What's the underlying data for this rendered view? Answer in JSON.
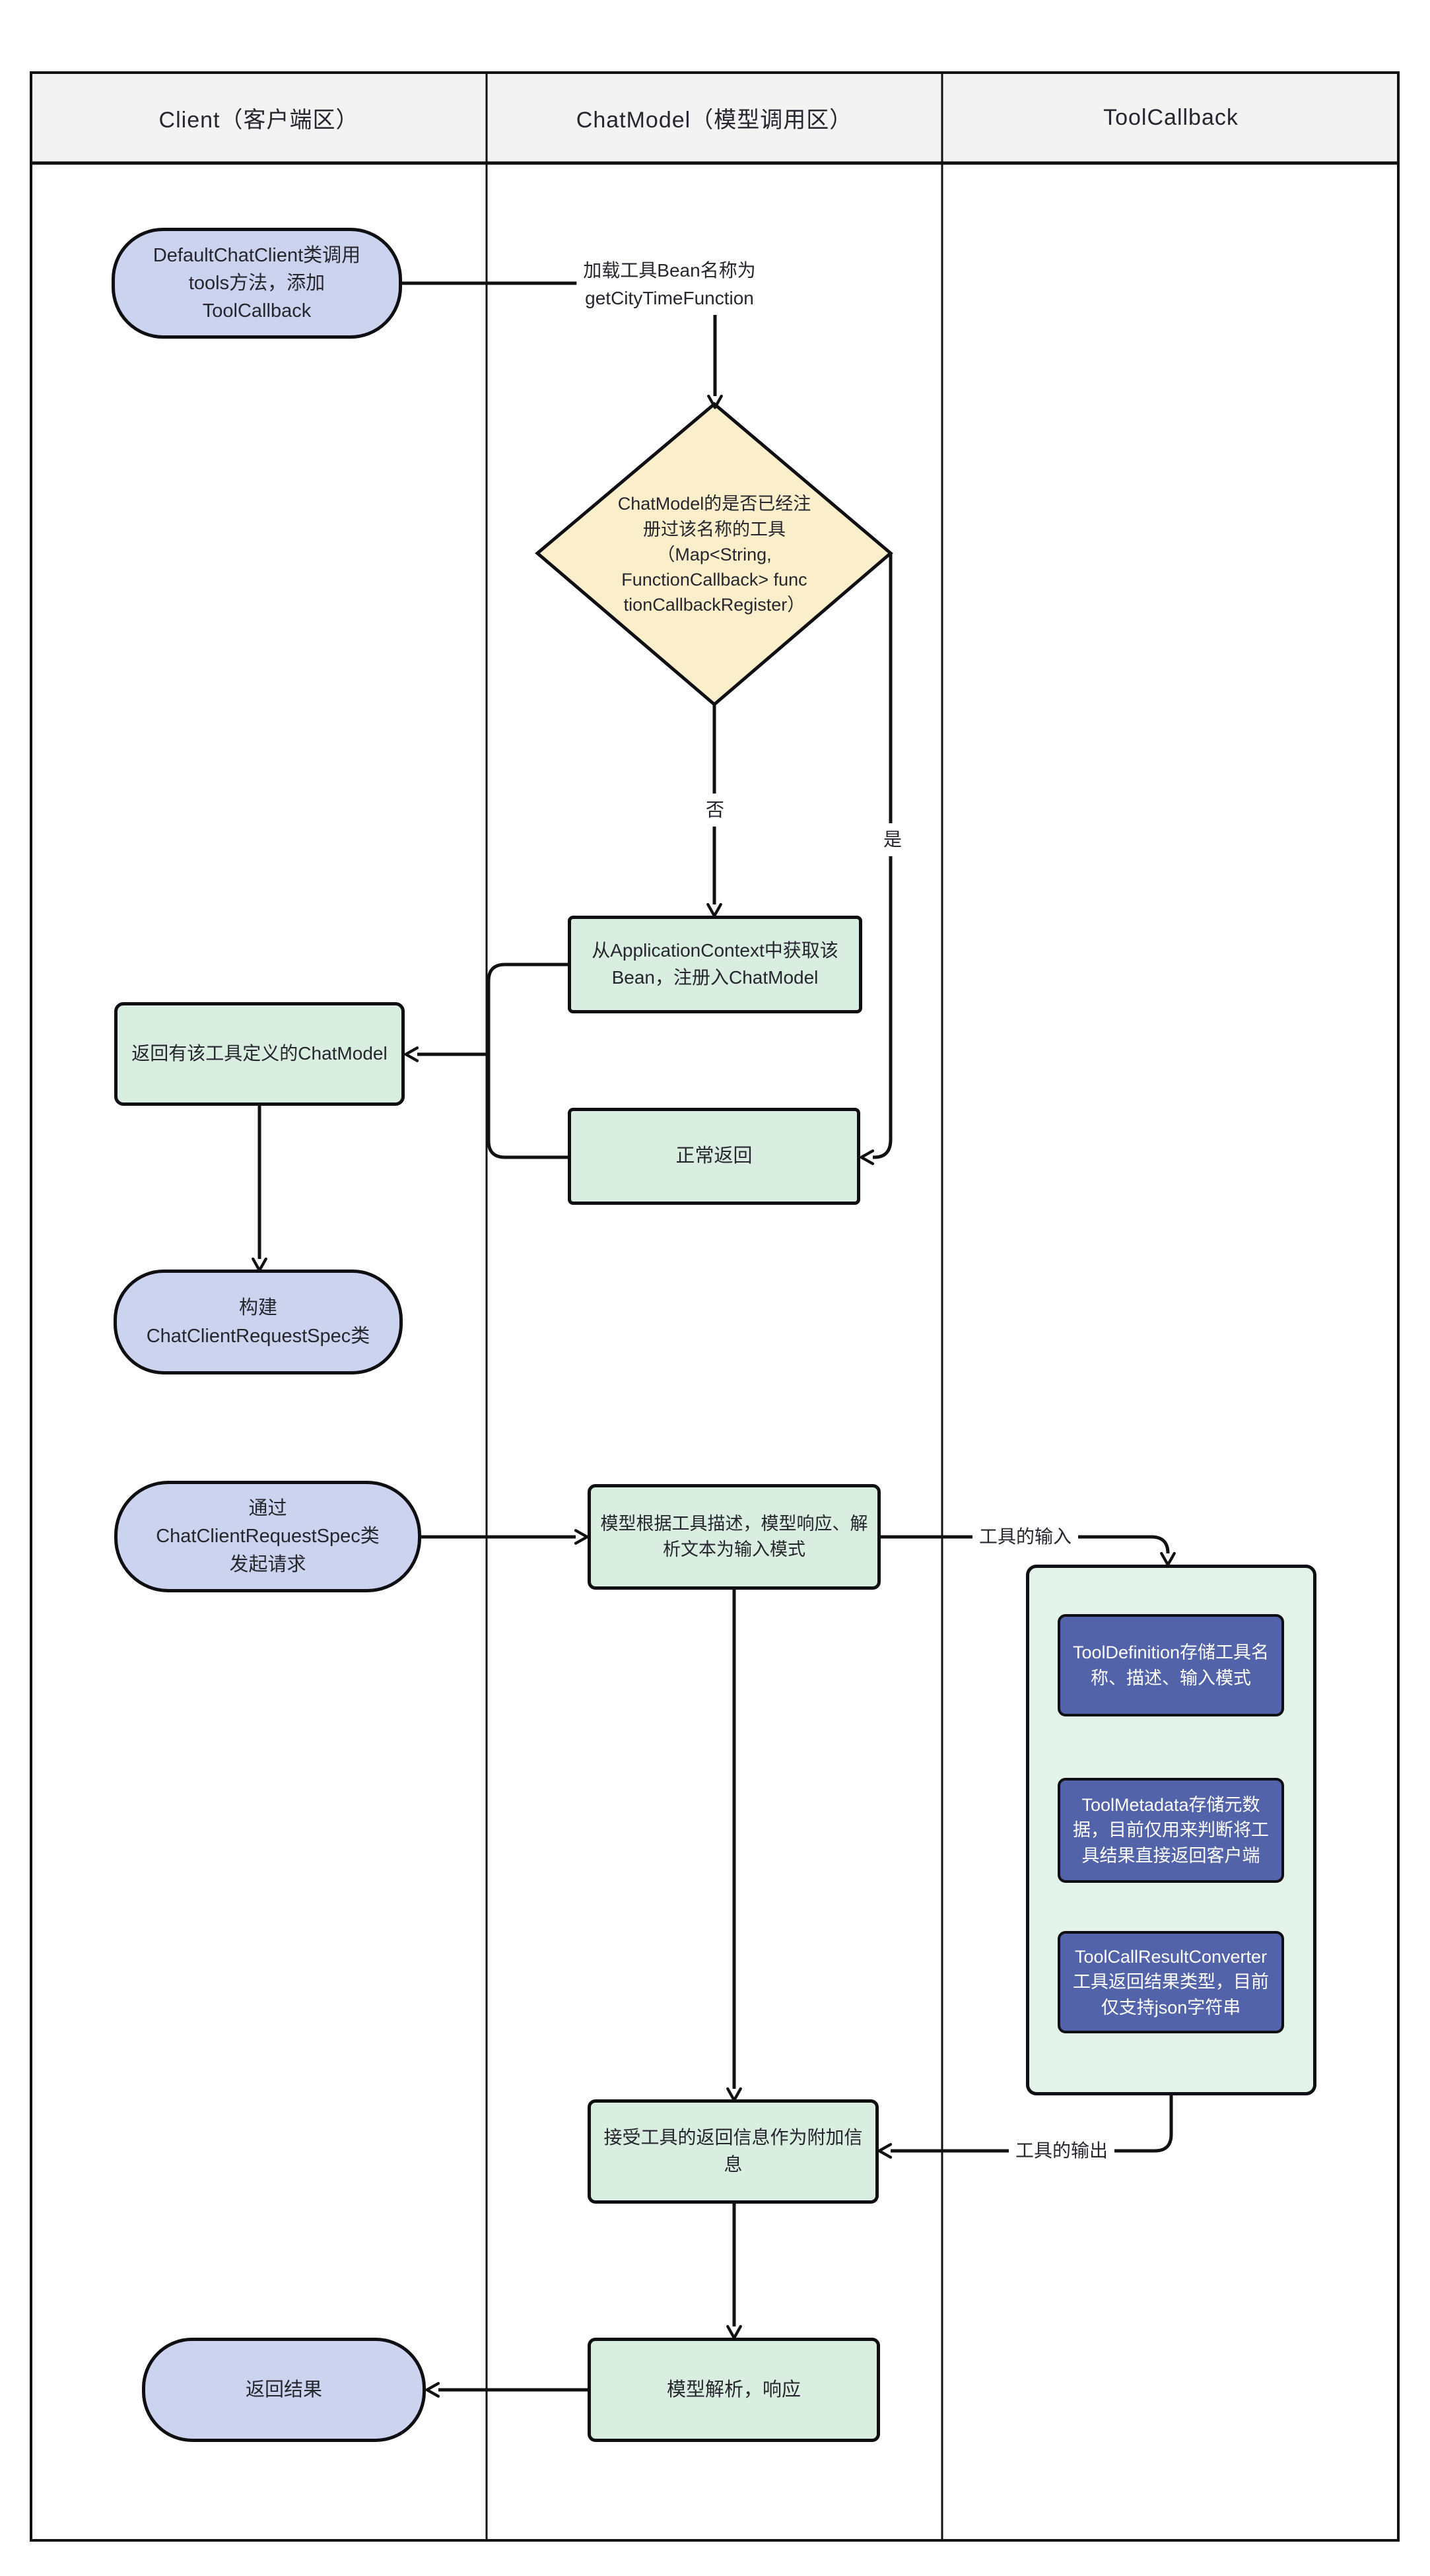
{
  "header": {
    "lanes": [
      {
        "label": "Client（客户端区）"
      },
      {
        "label": "ChatModel（模型调用区）"
      },
      {
        "label": "ToolCallback"
      }
    ]
  },
  "nodes": {
    "client_add_toolcallback": {
      "text": "DefaultChatClient类调用\ntools方法，添加\nToolCallback"
    },
    "registered_decision": {
      "text": "ChatModel的是否已经注\n册过该名称的工具\n（Map<String,\nFunctionCallback> func\ntionCallbackRegister）"
    },
    "get_bean_register": {
      "text": "从ApplicationContext中获取该\nBean，注册入ChatModel"
    },
    "normal_return": {
      "text": "正常返回"
    },
    "return_chatmodel": {
      "text": "返回有该工具定义的ChatModel"
    },
    "build_request_spec": {
      "text": "构建\nChatClientRequestSpec类"
    },
    "send_request": {
      "text": "通过\nChatClientRequestSpec类\n发起请求"
    },
    "model_parse_input": {
      "text": "模型根据工具描述，模型响应、解\n析文本为输入模式"
    },
    "tool_definition": {
      "text": "ToolDefinition存储工具名\n称、描述、输入模式"
    },
    "tool_metadata": {
      "text": "ToolMetadata存储元数\n据，目前仅用来判断将工\n具结果直接返回客户端"
    },
    "tool_call_result_converter": {
      "text": "ToolCallResultConverter\n工具返回结果类型，目前\n仅支持json字符串"
    },
    "accept_tool_return": {
      "text": "接受工具的返回信息作为附加信息"
    },
    "model_parse_response": {
      "text": "模型解析，响应"
    },
    "return_result": {
      "text": "返回结果"
    }
  },
  "edge_labels": {
    "load_tool_bean": {
      "text": "加载工具Bean名称为\ngetCityTimeFunction"
    },
    "branch_no": {
      "text": "否"
    },
    "branch_yes": {
      "text": "是"
    },
    "tool_input": {
      "text": "工具的输入"
    },
    "tool_output": {
      "text": "工具的输出"
    }
  },
  "colors": {
    "canvas-bg": "#ffffff",
    "header-bg": "#f3f3f3",
    "text-color": "#26262e",
    "node-border": "#0e0e13",
    "edge-line": "#111111",
    "stadium-fill": "#cbd3ee",
    "process-fill": "#d9eee1",
    "container-fill": "#e3f3e9",
    "decision-fill": "#fbeecb",
    "datastore-fill": "#5363a9",
    "datastore-text": "#ffffff"
  }
}
